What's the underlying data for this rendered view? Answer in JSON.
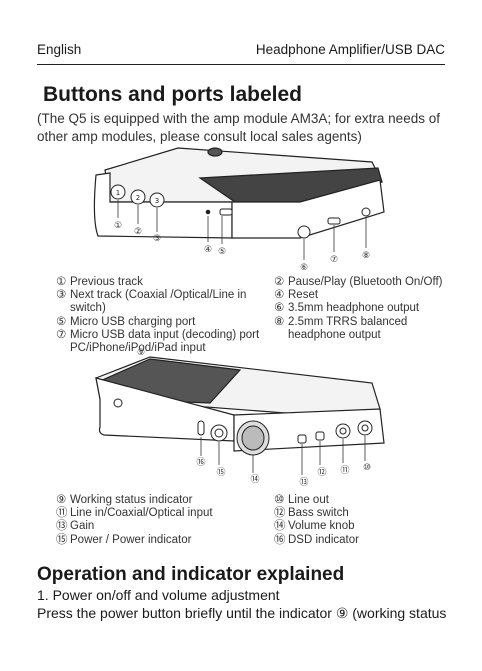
{
  "header": {
    "language": "English",
    "doc_title": "Headphone Amplifier/USB DAC"
  },
  "section_title": "Buttons and ports labeled",
  "intro_text": "(The Q5 is equipped with the amp module AM3A; for extra needs of other amp modules, please consult local sales agents)",
  "legend_top": [
    {
      "num": "①",
      "text": "Previous track"
    },
    {
      "num": "②",
      "text": "Pause/Play (Bluetooth On/Off)"
    },
    {
      "num": "③",
      "text": "Next track (Coaxial /Optical/Line in switch)"
    },
    {
      "num": "④",
      "text": "Reset"
    },
    {
      "num": "⑤",
      "text": "Micro USB charging port"
    },
    {
      "num": "⑥",
      "text": "3.5mm headphone output"
    },
    {
      "num": "⑦",
      "text": "Micro USB data input (decoding) port PC/iPhone/iPod/iPad input"
    },
    {
      "num": "⑧",
      "text": "2.5mm TRRS balanced headphone output"
    }
  ],
  "legend_bottom": [
    {
      "num": "⑨",
      "text": "Working status indicator"
    },
    {
      "num": "⑩",
      "text": "Line out"
    },
    {
      "num": "⑪",
      "text": "Line in/Coaxial/Optical input"
    },
    {
      "num": "⑫",
      "text": "Bass switch"
    },
    {
      "num": "⑬",
      "text": "Gain"
    },
    {
      "num": "⑭",
      "text": "Volume knob"
    },
    {
      "num": "⑮",
      "text": "Power / Power indicator"
    },
    {
      "num": "⑯",
      "text": "DSD indicator"
    }
  ],
  "callouts_top": [
    "①",
    "②",
    "③",
    "④",
    "⑤",
    "⑥",
    "⑦",
    "⑧"
  ],
  "callouts_bottom": [
    "⑨",
    "⑩",
    "⑪",
    "⑫",
    "⑬",
    "⑭",
    "⑮",
    "⑯"
  ],
  "operation_heading": "Operation and indicator explained",
  "subheading": "1. Power on/off and volume adjustment",
  "paragraph": "Press the power button briefly until the indicator ⑨ (working status"
}
